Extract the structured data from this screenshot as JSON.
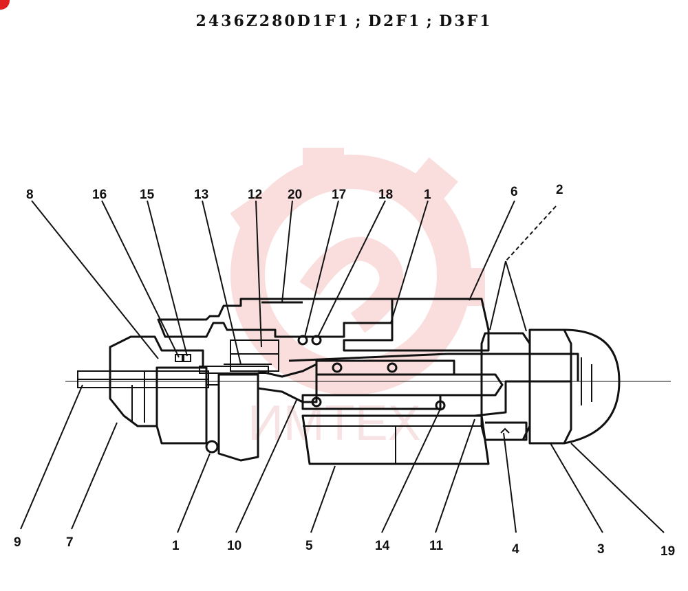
{
  "title": "2436Z280D1F1 ; D2F1 ; D3F1",
  "callouts": {
    "c8": "8",
    "c16": "16",
    "c15": "15",
    "c13": "13",
    "c12": "12",
    "c20": "20",
    "c17": "17",
    "c18": "18",
    "c1_top": "1",
    "c6": "6",
    "c2": "2",
    "c9": "9",
    "c7": "7",
    "c1_bottom": "1",
    "c10": "10",
    "c5": "5",
    "c14": "14",
    "c11": "11",
    "c4": "4",
    "c3": "3",
    "c19": "19"
  },
  "watermark": {
    "text": "ИМТЕХ",
    "color": "#f3b3b3"
  },
  "colors": {
    "ink": "#111111",
    "corner_mark": "#e02020"
  }
}
